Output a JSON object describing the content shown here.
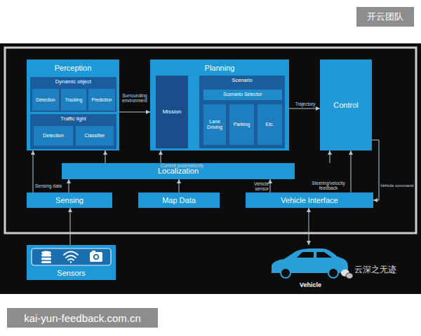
{
  "diagram": {
    "nodes": [
      {
        "text": [
          "Perception"
        ]
      },
      {
        "text": [
          "Dynamic object"
        ],
        "in": 0
      },
      {
        "text": [
          "Detection"
        ],
        "in": 1
      },
      {
        "text": [
          "Tracking"
        ],
        "in": 1
      },
      {
        "text": [
          "Prediction"
        ],
        "in": 1
      },
      {
        "text": [
          "Traffic light"
        ],
        "in": 0
      },
      {
        "text": [
          "Detection"
        ],
        "in": 5
      },
      {
        "text": [
          "Classifier"
        ],
        "in": 5
      },
      {
        "text": [
          "Planning"
        ]
      },
      {
        "text": [
          "Mission"
        ],
        "in": 8
      },
      {
        "text": [
          "Scenario"
        ],
        "in": 8
      },
      {
        "text": [
          "Scenario Selector"
        ],
        "in": 10
      },
      {
        "text": [
          "Lane Driving"
        ],
        "in": 10
      },
      {
        "text": [
          "Parking"
        ],
        "in": 10
      },
      {
        "text": [
          "Etc."
        ],
        "in": 10
      },
      {
        "text": [
          "Control"
        ]
      },
      {
        "text": [
          "Localization"
        ]
      },
      {
        "text": [
          "Sensing"
        ]
      },
      {
        "text": [
          "Map Data"
        ]
      },
      {
        "text": [
          "Vehicle Interface"
        ]
      },
      {
        "text": [
          "Sensors"
        ]
      },
      {
        "text": [
          "Vehicle"
        ]
      }
    ],
    "edges": [
      {
        "from": 0,
        "to": 8,
        "arrow": "to",
        "label": "Surrounding environment"
      },
      {
        "from": 8,
        "to": 15,
        "arrow": "to",
        "label": "Trajectory"
      },
      {
        "from": 16,
        "to": 0,
        "arrow": "to"
      },
      {
        "from": 16,
        "to": 8,
        "arrow": "to",
        "label": "Current pose/velocity"
      },
      {
        "from": 16,
        "to": 15,
        "arrow": "to"
      },
      {
        "from": 17,
        "to": 0,
        "arrow": "to",
        "label": "Sensing data"
      },
      {
        "from": 17,
        "to": 16,
        "arrow": "to"
      },
      {
        "from": 18,
        "to": 16,
        "arrow": "to"
      },
      {
        "from": 19,
        "to": 16,
        "arrow": "to",
        "label": "Vehicle sensor"
      },
      {
        "from": 19,
        "to": 15,
        "arrow": "to",
        "label": "Steering/velocity feedback"
      },
      {
        "from": 15,
        "to": 19,
        "arrow": "to",
        "label": "Vehicle command"
      },
      {
        "from": 20,
        "to": 17,
        "arrow": "to"
      },
      {
        "from": 19,
        "to": 21,
        "arrow": "both"
      }
    ],
    "labels": [
      "开云团队",
      "云深之无迹",
      "kai-yun-feedback.com.cn"
    ]
  }
}
